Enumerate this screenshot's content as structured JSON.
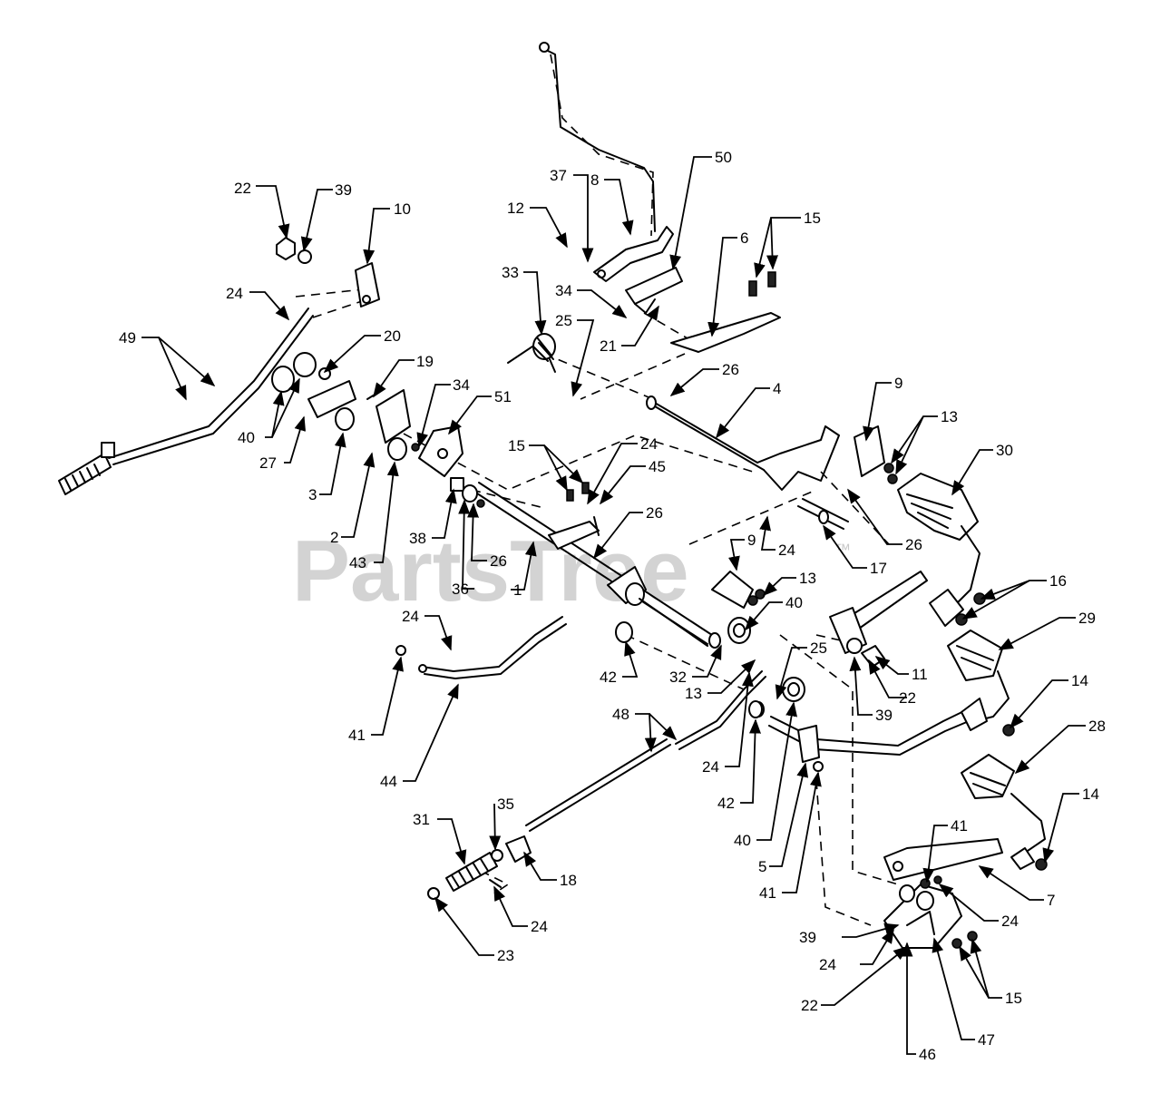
{
  "watermark": {
    "text": "PartsTree",
    "trademark": "™"
  },
  "callouts": [
    {
      "id": "c49a",
      "label": "49"
    },
    {
      "id": "c22a",
      "label": "22"
    },
    {
      "id": "c39a",
      "label": "39"
    },
    {
      "id": "c10",
      "label": "10"
    },
    {
      "id": "c24a",
      "label": "24"
    },
    {
      "id": "c20",
      "label": "20"
    },
    {
      "id": "c19",
      "label": "19"
    },
    {
      "id": "c40a",
      "label": "40"
    },
    {
      "id": "c27",
      "label": "27"
    },
    {
      "id": "c3",
      "label": "3"
    },
    {
      "id": "c2",
      "label": "2"
    },
    {
      "id": "c43",
      "label": "43"
    },
    {
      "id": "c34a",
      "label": "34"
    },
    {
      "id": "c51",
      "label": "51"
    },
    {
      "id": "c37",
      "label": "37"
    },
    {
      "id": "c8",
      "label": "8"
    },
    {
      "id": "c12",
      "label": "12"
    },
    {
      "id": "c50",
      "label": "50"
    },
    {
      "id": "c33",
      "label": "33"
    },
    {
      "id": "c34b",
      "label": "34"
    },
    {
      "id": "c25a",
      "label": "25"
    },
    {
      "id": "c21",
      "label": "21"
    },
    {
      "id": "c6",
      "label": "6"
    },
    {
      "id": "c15a",
      "label": "15"
    },
    {
      "id": "c26a",
      "label": "26"
    },
    {
      "id": "c4",
      "label": "4"
    },
    {
      "id": "c9a",
      "label": "9"
    },
    {
      "id": "c13a",
      "label": "13"
    },
    {
      "id": "c30",
      "label": "30"
    },
    {
      "id": "c15b",
      "label": "15"
    },
    {
      "id": "c24b",
      "label": "24"
    },
    {
      "id": "c45",
      "label": "45"
    },
    {
      "id": "c26b",
      "label": "26"
    },
    {
      "id": "c38",
      "label": "38"
    },
    {
      "id": "c26c",
      "label": "26"
    },
    {
      "id": "c36",
      "label": "36"
    },
    {
      "id": "c1",
      "label": "1"
    },
    {
      "id": "c24c",
      "label": "24"
    },
    {
      "id": "c26d",
      "label": "26"
    },
    {
      "id": "c17",
      "label": "17"
    },
    {
      "id": "c9b",
      "label": "9"
    },
    {
      "id": "c13b",
      "label": "13"
    },
    {
      "id": "c16",
      "label": "16"
    },
    {
      "id": "c29",
      "label": "29"
    },
    {
      "id": "c40b",
      "label": "40"
    },
    {
      "id": "c24d",
      "label": "24"
    },
    {
      "id": "c41a",
      "label": "41"
    },
    {
      "id": "c44",
      "label": "44"
    },
    {
      "id": "c42a",
      "label": "42"
    },
    {
      "id": "c32",
      "label": "32"
    },
    {
      "id": "c13c",
      "label": "13"
    },
    {
      "id": "c25b",
      "label": "25"
    },
    {
      "id": "c11",
      "label": "11"
    },
    {
      "id": "c22b",
      "label": "22"
    },
    {
      "id": "c39b",
      "label": "39"
    },
    {
      "id": "c14a",
      "label": "14"
    },
    {
      "id": "c48",
      "label": "48"
    },
    {
      "id": "c24e",
      "label": "24"
    },
    {
      "id": "c42b",
      "label": "42"
    },
    {
      "id": "c28",
      "label": "28"
    },
    {
      "id": "c40c",
      "label": "40"
    },
    {
      "id": "c5",
      "label": "5"
    },
    {
      "id": "c41b",
      "label": "41"
    },
    {
      "id": "c14b",
      "label": "14"
    },
    {
      "id": "c41c",
      "label": "41"
    },
    {
      "id": "c31",
      "label": "31"
    },
    {
      "id": "c35",
      "label": "35"
    },
    {
      "id": "c18",
      "label": "18"
    },
    {
      "id": "c24f",
      "label": "24"
    },
    {
      "id": "c23",
      "label": "23"
    },
    {
      "id": "c7",
      "label": "7"
    },
    {
      "id": "c24g",
      "label": "24"
    },
    {
      "id": "c39c",
      "label": "39"
    },
    {
      "id": "c24h",
      "label": "24"
    },
    {
      "id": "c15c",
      "label": "15"
    },
    {
      "id": "c22c",
      "label": "22"
    },
    {
      "id": "c47",
      "label": "47"
    },
    {
      "id": "c46",
      "label": "46"
    }
  ]
}
